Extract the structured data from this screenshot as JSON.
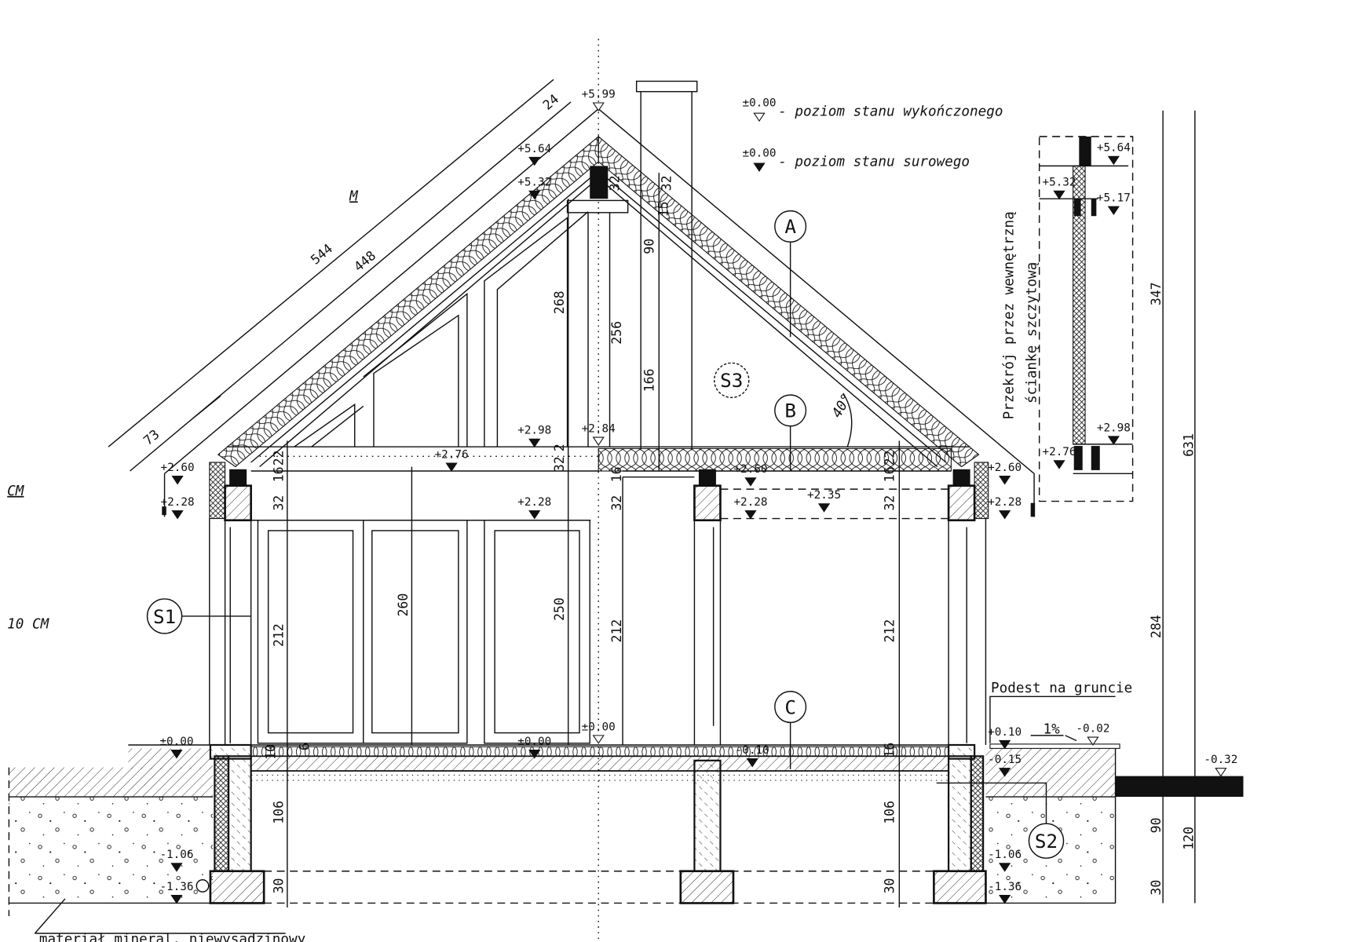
{
  "drawing": {
    "legend": [
      {
        "symbol": "±0.00",
        "text": "- poziom stanu wykończonego",
        "marker": "open"
      },
      {
        "symbol": "±0.00",
        "text": "- poziom stanu surowego",
        "marker": "filled"
      }
    ],
    "levels": [
      "+5.99",
      "+5.64",
      "+5.32",
      "+2.98",
      "+2.84",
      "+2.76",
      "+2.60",
      "+2.28",
      "+2.28",
      "+2.60",
      "+2.28",
      "+2.35",
      "+2.60",
      "+2.28",
      "±0.00",
      "±0.00",
      "±0.00",
      "-0.10",
      "+0.10",
      "-0.15",
      "-0.02",
      "-0.32",
      "-1.06",
      "-1.36",
      "-1.06",
      "-1.36"
    ],
    "inset_levels": [
      "+5.64",
      "+5.32",
      "+5.17",
      "+2.98",
      "+2.76"
    ],
    "dimensions": [
      "544",
      "448",
      "24",
      "73",
      "32",
      "32",
      "15",
      "268",
      "256",
      "90",
      "166",
      "22",
      "16",
      "32",
      "212",
      "260",
      "250",
      "2",
      "32",
      "16",
      "32",
      "212",
      "22",
      "16",
      "32",
      "212",
      "10",
      "6",
      "16",
      "106",
      "30",
      "106",
      "30",
      "347",
      "631",
      "284",
      "90",
      "30",
      "120"
    ],
    "tags": [
      "A",
      "B",
      "C",
      "S1",
      "S2",
      "S3"
    ],
    "notes": {
      "roof_mark": "M",
      "cm_left": "CM",
      "cm_10": "10 CM",
      "angle": "40°",
      "slope": "1%",
      "podest": "Podest na gruncie",
      "ground_material": "materiał mineral. niewysadzinowy",
      "inset_title_1": "Przekrój przez wewnętrzną",
      "inset_title_2": "ściankę szczytową"
    }
  }
}
